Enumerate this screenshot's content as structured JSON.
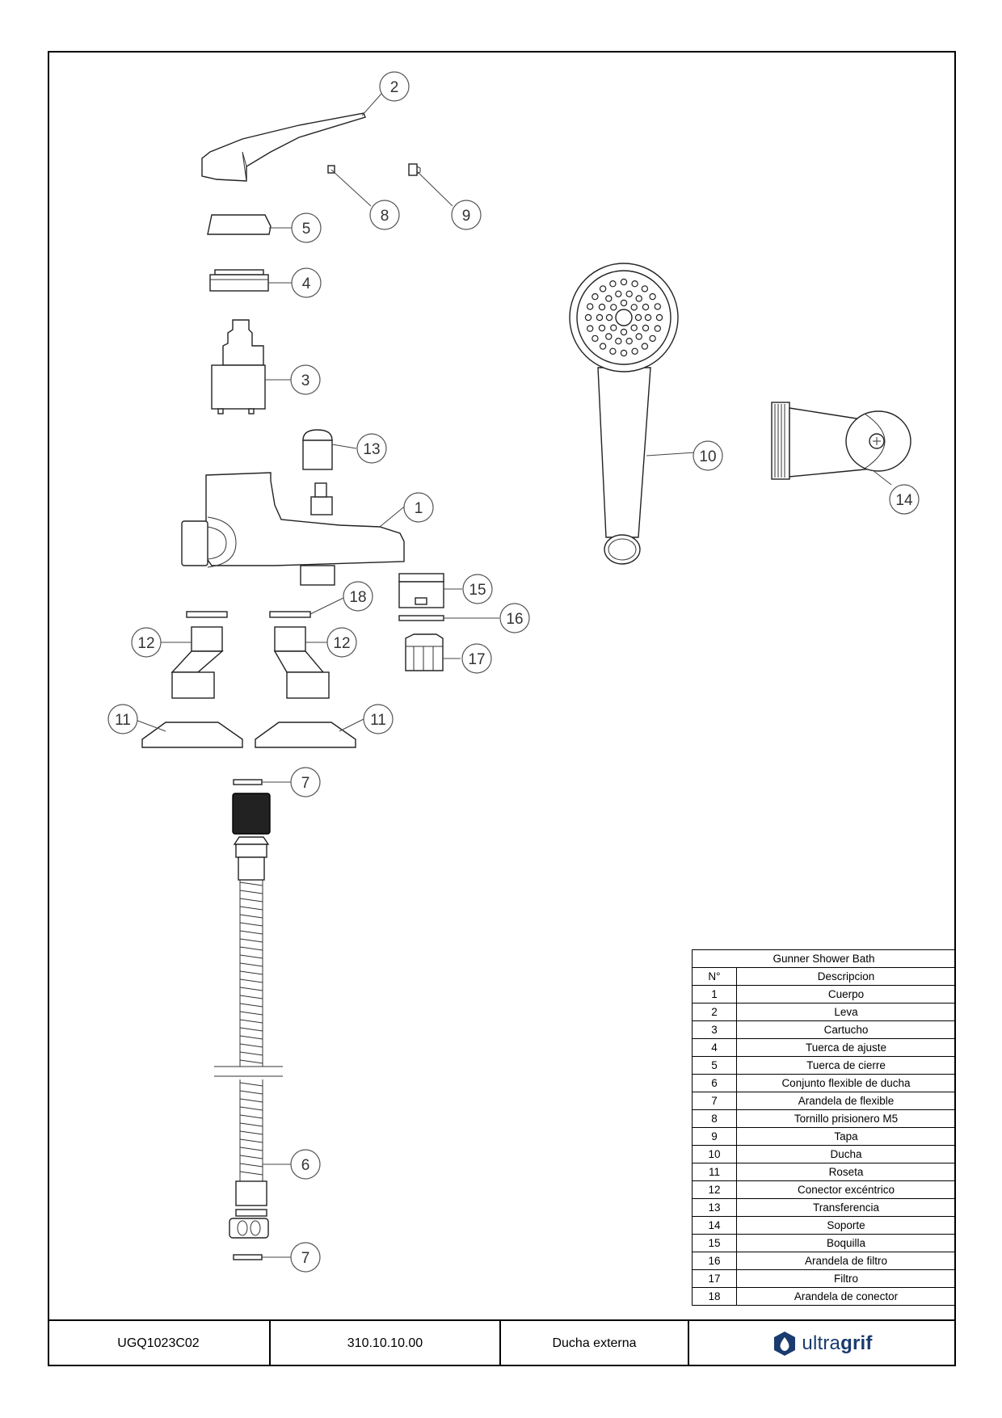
{
  "callouts": [
    "1",
    "2",
    "3",
    "4",
    "5",
    "6",
    "7",
    "8",
    "9",
    "10",
    "11",
    "12",
    "13",
    "14",
    "15",
    "16",
    "17",
    "18"
  ],
  "table": {
    "title": "Gunner Shower Bath",
    "header_num": "N°",
    "header_desc": "Descripcion",
    "rows": [
      {
        "num": "1",
        "desc": "Cuerpo"
      },
      {
        "num": "2",
        "desc": "Leva"
      },
      {
        "num": "3",
        "desc": "Cartucho"
      },
      {
        "num": "4",
        "desc": "Tuerca de ajuste"
      },
      {
        "num": "5",
        "desc": "Tuerca de cierre"
      },
      {
        "num": "6",
        "desc": "Conjunto flexible de ducha"
      },
      {
        "num": "7",
        "desc": "Arandela de flexible"
      },
      {
        "num": "8",
        "desc": "Tornillo prisionero M5"
      },
      {
        "num": "9",
        "desc": "Tapa"
      },
      {
        "num": "10",
        "desc": "Ducha"
      },
      {
        "num": "11",
        "desc": "Roseta"
      },
      {
        "num": "12",
        "desc": "Conector excéntrico"
      },
      {
        "num": "13",
        "desc": "Transferencia"
      },
      {
        "num": "14",
        "desc": "Soporte"
      },
      {
        "num": "15",
        "desc": "Boquilla"
      },
      {
        "num": "16",
        "desc": "Arandela de filtro"
      },
      {
        "num": "17",
        "desc": "Filtro"
      },
      {
        "num": "18",
        "desc": "Arandela de conector"
      }
    ]
  },
  "title_block": {
    "code": "UGQ1023C02",
    "reference": "310.10.10.00",
    "description": "Ducha externa",
    "logo_prefix": "ultra",
    "logo_suffix": "grif",
    "logo_icon": "water-drop-shield-icon",
    "brand_color": "#1a3b6e"
  }
}
